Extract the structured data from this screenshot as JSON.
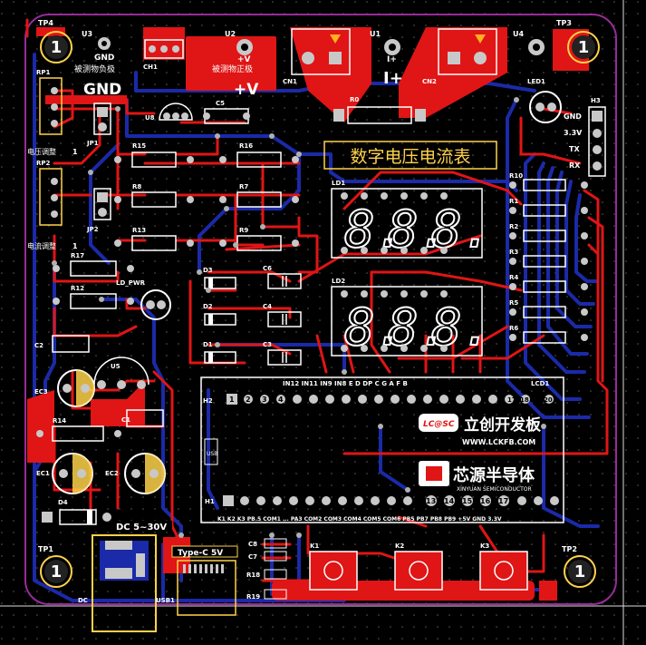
{
  "colors": {
    "background": "#000000",
    "board_fill": "#0d0d0d",
    "outline": "#9a2a9a",
    "top_copper": "#e01515",
    "bottom_copper": "#1a2aa8",
    "pad": "#c8c8c8",
    "silkscreen": "#ffffff",
    "silk_yellow": "#ffd24a",
    "via": "#b0b0b0"
  },
  "board": {
    "title": "数字电压电流表",
    "logo1": "立创开发板",
    "logo1_badge": "LC@SC",
    "logo1_sub": "WWW.LCKFB.COM",
    "logo2": "芯源半导体",
    "logo2_sub": "XINYUAN SEMICONDUCTOR"
  },
  "mount_holes": [
    {
      "ref": "TP4",
      "num": "1"
    },
    {
      "ref": "TP3",
      "num": "1"
    },
    {
      "ref": "TP1",
      "num": "1"
    },
    {
      "ref": "TP2",
      "num": "1"
    }
  ],
  "connectors": {
    "u3_ref": "U3",
    "u3_label": "GND",
    "u2_ref": "U2",
    "u2_label": "+V",
    "u1_ref": "U1",
    "u1_label": "I+",
    "u4_ref": "U4",
    "ch1": "CH1",
    "cn1": "CN1",
    "cn2": "CN2",
    "measured_neg_label": "被测物负极",
    "measured_pos_label": "被测物正极",
    "gnd_big": "GND",
    "plusv_big": "+V",
    "i_plus_big": "I+"
  },
  "left_parts": {
    "rp1": "RP1",
    "rp2": "RP2",
    "jp1": "JP1",
    "jp2": "JP2",
    "voltage_adj": "电压调整",
    "current_adj": "电流调整",
    "num_a": "1",
    "num_b": "1"
  },
  "header_h3": {
    "ref": "H3",
    "pins": [
      "GND",
      "3.3V",
      "TX",
      "RX"
    ]
  },
  "resistors_top": [
    "R15",
    "R16",
    "R8",
    "R7",
    "R13",
    "R9",
    "R0",
    "R17",
    "R12",
    "R14"
  ],
  "right_resistors": [
    "R10",
    "R1",
    "R2",
    "R3",
    "R4",
    "R5",
    "R6"
  ],
  "caps_diodes": [
    "C6",
    "C5",
    "C4",
    "C3",
    "C2",
    "C1",
    "D3",
    "D2",
    "D1",
    "D4",
    "EC1",
    "EC2",
    "EC3"
  ],
  "misc_refs": {
    "u8": "U8",
    "u5": "U5",
    "led1": "LED1",
    "ld_pwr": "LD_PWR",
    "ld1": "LD1",
    "ld2": "LD2",
    "lcd1": "LCD1",
    "usb": "USB",
    "usb1": "USB1",
    "dc": "DC",
    "c8": "C8",
    "c7": "C7",
    "r18": "R18",
    "r19": "R19"
  },
  "h2": {
    "ref": "H2",
    "pins_left": [
      "1",
      "2",
      "3",
      "4"
    ],
    "pins_right": [
      "17",
      "18",
      "20"
    ],
    "signals": "IN12 IN11 IN9 IN8  E   D   DP   C   G   A   F   B"
  },
  "h1": {
    "ref": "H1",
    "pins_right": [
      "13",
      "14",
      "15",
      "16",
      "17"
    ],
    "signals": "K1  K2  K3 PB.5 COM1 ...  PA3  COM2 COM3 COM4 COM5 COM6 PB5 PB7 PB8 PB9 +5V GND 3.3V"
  },
  "digits": [
    "8.",
    "8.",
    "8."
  ],
  "keys": [
    "K1",
    "K2",
    "K3"
  ],
  "power_labels": {
    "dc_in": "DC 5~30V",
    "typec": "Type-C 5V"
  }
}
